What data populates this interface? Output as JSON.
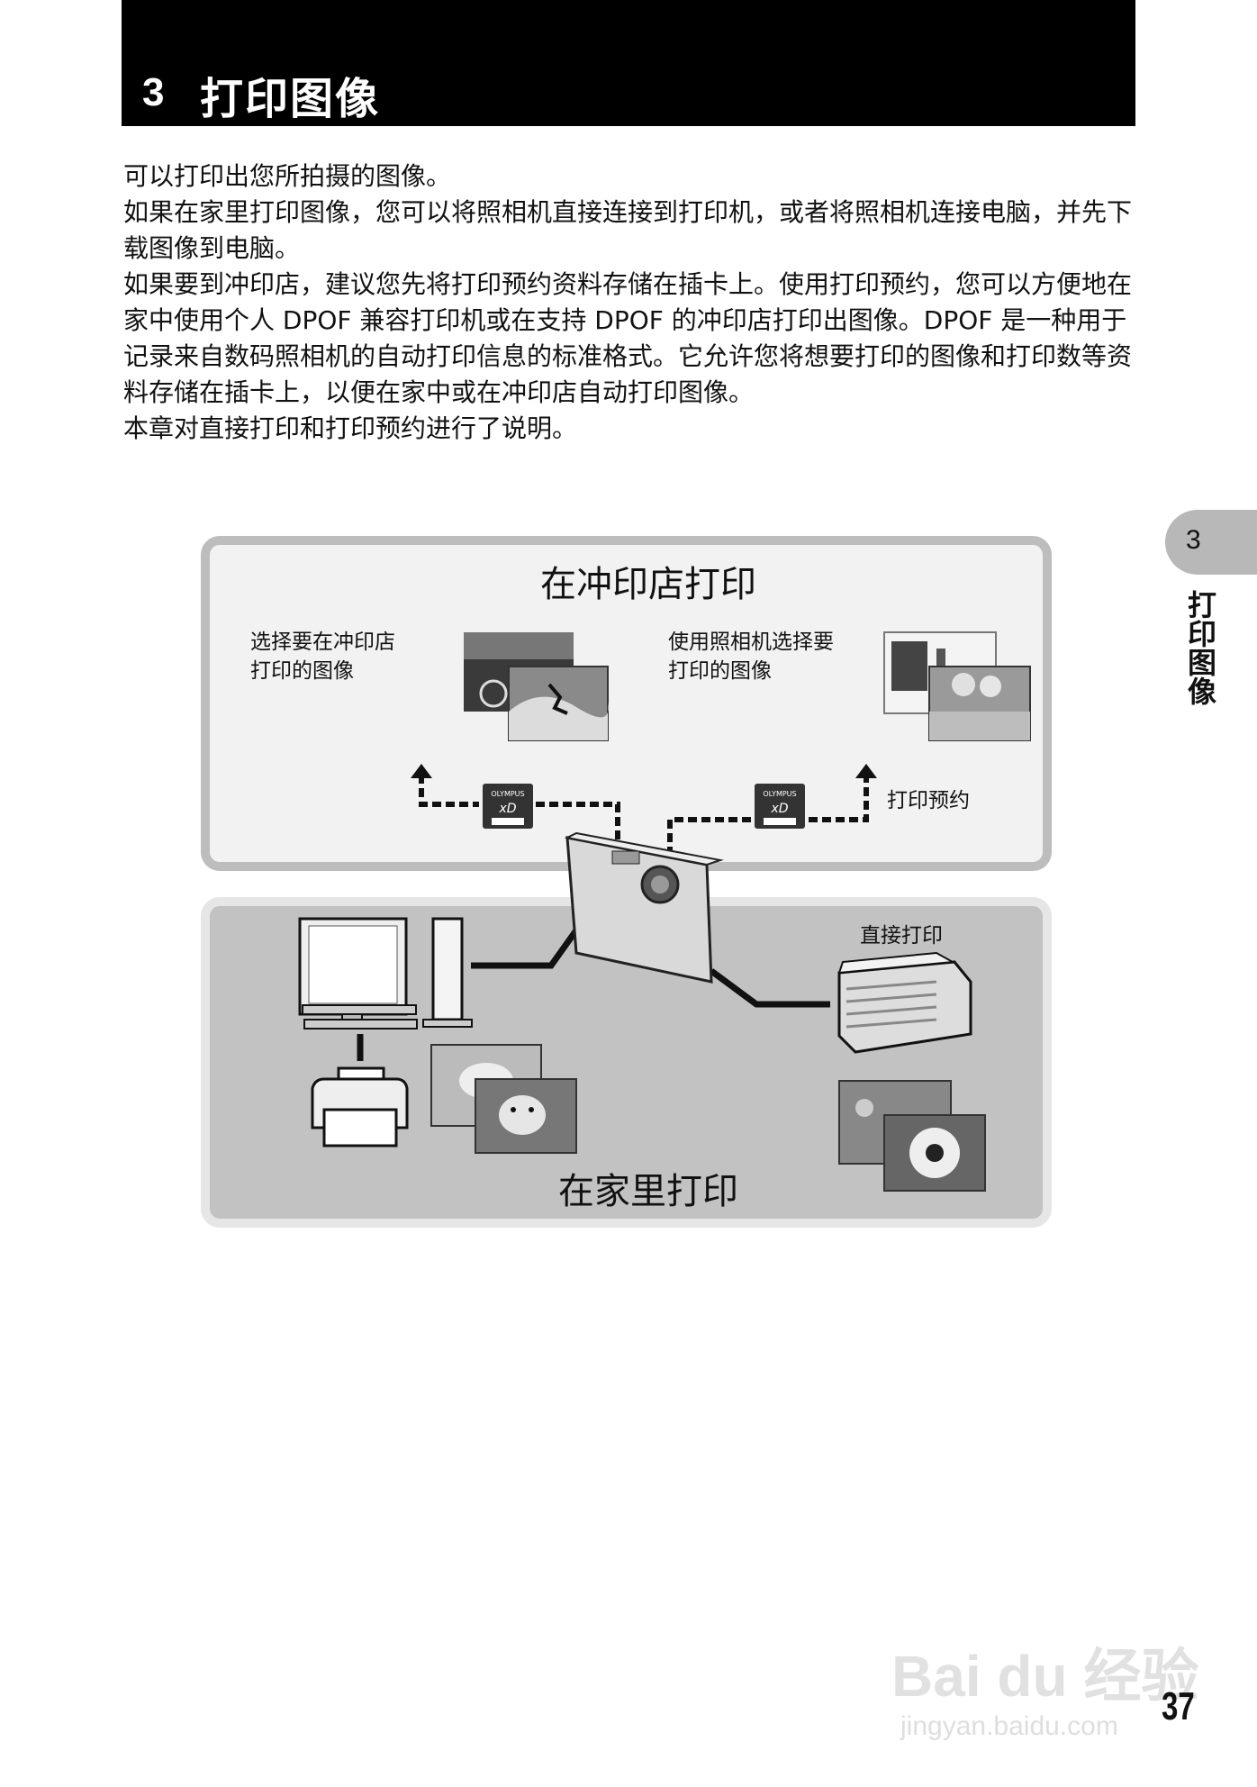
{
  "chapter": {
    "number": "3",
    "title": "打印图像"
  },
  "body": {
    "paragraphs": [
      "可以打印出您所拍摄的图像。",
      "如果在家里打印图像，您可以将照相机直接连接到打印机，或者将照相机连接电脑，并先下载图像到电脑。",
      "如果要到冲印店，建议您先将打印预约资料存储在插卡上。使用打印预约，您可以方便地在家中使用个人 DPOF 兼容打印机或在支持 DPOF 的冲印店打印出图像。DPOF 是一种用于记录来自数码照相机的自动打印信息的标准格式。它允许您将想要打印的图像和打印数等资料存储在插卡上，以便在家中或在冲印店自动打印图像。",
      "本章对直接打印和打印预约进行了说明。"
    ]
  },
  "side_tab": {
    "number": "3",
    "label": "打印图像"
  },
  "diagram": {
    "shop_title": "在冲印店打印",
    "shop_left_caption_1": "选择要在冲印店",
    "shop_left_caption_2": "打印的图像",
    "shop_right_caption_1": "使用照相机选择要",
    "shop_right_caption_2": "打印的图像",
    "print_order_label": "打印预约",
    "card_brand": "OLYMPUS",
    "card_type": "xD",
    "direct_print_label": "直接打印",
    "home_title": "在家里打印"
  },
  "colors": {
    "shop_panel": "#f2f2f2",
    "home_panel": "#c2c2c2",
    "frame": "#bdbdbd"
  },
  "page_number": "37",
  "watermark": {
    "main": "Bai du 经验",
    "sub": "jingyan.baidu.com"
  }
}
